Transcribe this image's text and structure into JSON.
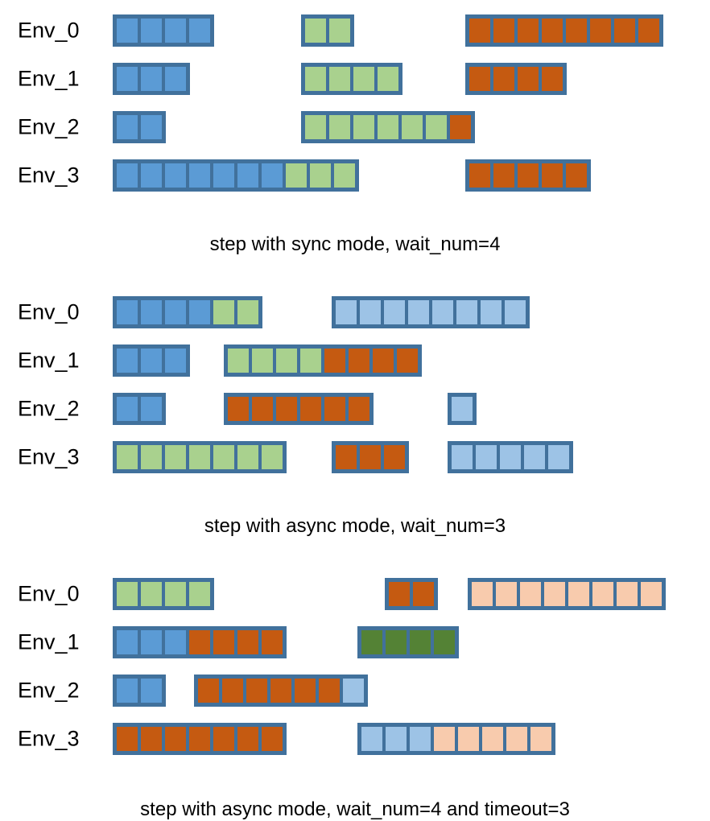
{
  "colors": {
    "blue": "#5B9BD5",
    "light_blue": "#9DC3E6",
    "green": "#A9D18E",
    "dark_green": "#548235",
    "orange": "#C55A11",
    "light_orange": "#F8CBAD",
    "border": "#41719C",
    "background": "#FFFFFF",
    "text": "#000000"
  },
  "cell_legend": {
    "blue": "step-running-env-a",
    "light_blue": "step-running-env-a-next-round",
    "green": "step-running-env-b",
    "dark_green": "step-running-env-b-next-round",
    "orange": "step-running-env-c",
    "light_orange": "step-running-env-c-next-round"
  },
  "panels": [
    {
      "id": "panel-sync",
      "caption": "step with sync mode, wait_num=4",
      "rows": [
        {
          "label": "Env_0",
          "blocks": [
            {
              "start": 140,
              "segments": [
                {
                  "color": "blue",
                  "count": 4
                }
              ]
            },
            {
              "start": 374,
              "segments": [
                {
                  "color": "green",
                  "count": 2
                }
              ]
            },
            {
              "start": 578,
              "segments": [
                {
                  "color": "orange",
                  "count": 8
                }
              ]
            }
          ]
        },
        {
          "label": "Env_1",
          "blocks": [
            {
              "start": 140,
              "segments": [
                {
                  "color": "blue",
                  "count": 3
                }
              ]
            },
            {
              "start": 374,
              "segments": [
                {
                  "color": "green",
                  "count": 4
                }
              ]
            },
            {
              "start": 578,
              "segments": [
                {
                  "color": "orange",
                  "count": 4
                }
              ]
            }
          ]
        },
        {
          "label": "Env_2",
          "blocks": [
            {
              "start": 140,
              "segments": [
                {
                  "color": "blue",
                  "count": 2
                }
              ]
            },
            {
              "start": 374,
              "segments": [
                {
                  "color": "green",
                  "count": 6
                },
                {
                  "color": "orange",
                  "count": 1
                }
              ]
            }
          ]
        },
        {
          "label": "Env_3",
          "blocks": [
            {
              "start": 140,
              "segments": [
                {
                  "color": "blue",
                  "count": 7
                },
                {
                  "color": "green",
                  "count": 3
                }
              ]
            },
            {
              "start": 578,
              "segments": [
                {
                  "color": "orange",
                  "count": 5
                }
              ]
            }
          ]
        }
      ]
    },
    {
      "id": "panel-async-wait3",
      "caption": "step with async mode, wait_num=3",
      "rows": [
        {
          "label": "Env_0",
          "blocks": [
            {
              "start": 140,
              "segments": [
                {
                  "color": "blue",
                  "count": 4
                },
                {
                  "color": "green",
                  "count": 2
                }
              ]
            },
            {
              "start": 412,
              "segments": [
                {
                  "color": "light_blue",
                  "count": 8
                }
              ]
            }
          ]
        },
        {
          "label": "Env_1",
          "blocks": [
            {
              "start": 140,
              "segments": [
                {
                  "color": "blue",
                  "count": 3
                }
              ]
            },
            {
              "start": 278,
              "segments": [
                {
                  "color": "green",
                  "count": 4
                },
                {
                  "color": "orange",
                  "count": 4
                }
              ]
            }
          ]
        },
        {
          "label": "Env_2",
          "blocks": [
            {
              "start": 140,
              "segments": [
                {
                  "color": "blue",
                  "count": 2
                }
              ]
            },
            {
              "start": 278,
              "segments": [
                {
                  "color": "orange",
                  "count": 6
                }
              ]
            },
            {
              "start": 556,
              "segments": [
                {
                  "color": "light_blue",
                  "count": 1
                }
              ]
            }
          ]
        },
        {
          "label": "Env_3",
          "blocks": [
            {
              "start": 140,
              "segments": [
                {
                  "color": "green",
                  "count": 7
                }
              ]
            },
            {
              "start": 412,
              "segments": [
                {
                  "color": "orange",
                  "count": 3
                }
              ]
            },
            {
              "start": 556,
              "segments": [
                {
                  "color": "light_blue",
                  "count": 5
                }
              ]
            }
          ]
        }
      ]
    },
    {
      "id": "panel-async-wait4-timeout3",
      "caption": "step with async mode, wait_num=4 and timeout=3",
      "rows": [
        {
          "label": "Env_0",
          "blocks": [
            {
              "start": 140,
              "segments": [
                {
                  "color": "green",
                  "count": 4
                }
              ]
            },
            {
              "start": 478,
              "segments": [
                {
                  "color": "orange",
                  "count": 2
                }
              ]
            },
            {
              "start": 581,
              "segments": [
                {
                  "color": "light_orange",
                  "count": 8
                }
              ]
            }
          ]
        },
        {
          "label": "Env_1",
          "blocks": [
            {
              "start": 140,
              "segments": [
                {
                  "color": "blue",
                  "count": 3
                },
                {
                  "color": "orange",
                  "count": 4
                }
              ]
            },
            {
              "start": 444,
              "segments": [
                {
                  "color": "dark_green",
                  "count": 4
                }
              ]
            }
          ]
        },
        {
          "label": "Env_2",
          "blocks": [
            {
              "start": 140,
              "segments": [
                {
                  "color": "blue",
                  "count": 2
                }
              ]
            },
            {
              "start": 241,
              "segments": [
                {
                  "color": "orange",
                  "count": 6
                },
                {
                  "color": "light_blue",
                  "count": 1
                }
              ]
            }
          ]
        },
        {
          "label": "Env_3",
          "blocks": [
            {
              "start": 140,
              "segments": [
                {
                  "color": "orange",
                  "count": 7
                }
              ]
            },
            {
              "start": 444,
              "segments": [
                {
                  "color": "light_blue",
                  "count": 3
                },
                {
                  "color": "light_orange",
                  "count": 5
                }
              ]
            }
          ]
        }
      ]
    }
  ]
}
